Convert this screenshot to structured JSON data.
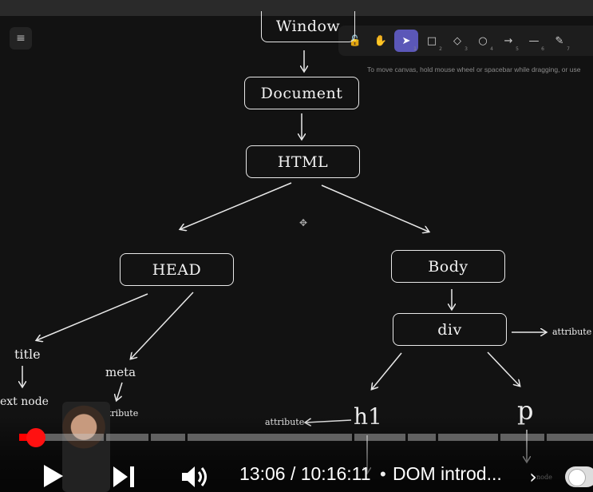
{
  "toolbar": {
    "tools": [
      {
        "icon": "lock-icon",
        "glyph": "🔓",
        "key": ""
      },
      {
        "icon": "hand-icon",
        "glyph": "✋",
        "key": ""
      },
      {
        "icon": "pointer-icon",
        "glyph": "➤",
        "key": "1",
        "active": true
      },
      {
        "icon": "rectangle-icon",
        "glyph": "□",
        "key": "2"
      },
      {
        "icon": "diamond-icon",
        "glyph": "◇",
        "key": "3"
      },
      {
        "icon": "ellipse-icon",
        "glyph": "○",
        "key": "4"
      },
      {
        "icon": "arrow-icon",
        "glyph": "→",
        "key": "5"
      },
      {
        "icon": "line-icon",
        "glyph": "—",
        "key": "6"
      },
      {
        "icon": "pencil-icon",
        "glyph": "✎",
        "key": "7"
      }
    ],
    "hint": "To move canvas, hold mouse wheel or spacebar while dragging, or use"
  },
  "diagram": {
    "window": "Window",
    "document": "Document",
    "html": "HTML",
    "head": "HEAD",
    "body": "Body",
    "div": "div",
    "title": "title",
    "text_node": "ext node",
    "meta": "meta",
    "attribute_meta": "attribute",
    "attribute_div": "attribute",
    "h1": "h1",
    "attribute_h1": "attribute",
    "p": "p",
    "text_node_p": "node"
  },
  "player": {
    "time": "13:06 / 10:16:11",
    "separator": "•",
    "title": "DOM introd...",
    "progress_fraction": 0.021
  }
}
